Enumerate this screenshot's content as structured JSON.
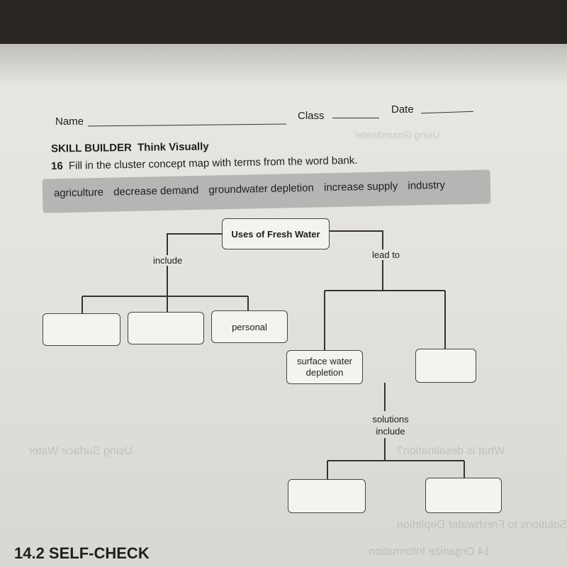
{
  "header": {
    "name_label": "Name",
    "class_label": "Class",
    "date_label": "Date"
  },
  "skill_builder": {
    "heading_bold": "SKILL BUILDER",
    "heading_rest": "Think Visually",
    "question_number": "16",
    "instruction": "Fill in the cluster concept map with terms from the word bank."
  },
  "word_bank": [
    "agriculture",
    "decrease demand",
    "groundwater depletion",
    "increase supply",
    "industry"
  ],
  "concept_map": {
    "root": "Uses of Fresh Water",
    "left_link": "include",
    "right_link": "lead to",
    "include_boxes": [
      "",
      "",
      "personal"
    ],
    "lead_to_boxes": [
      "surface water depletion",
      ""
    ],
    "solutions_link": "solutions include",
    "solution_boxes": [
      "",
      ""
    ]
  },
  "footer": {
    "section_title": "14.2 SELF-CHECK"
  },
  "bleed_through": [
    "Using Groundwater",
    "Solutions to Freshwater Depletion",
    "What is desalination?",
    "Using Surface Water",
    "14 Organize Information"
  ]
}
